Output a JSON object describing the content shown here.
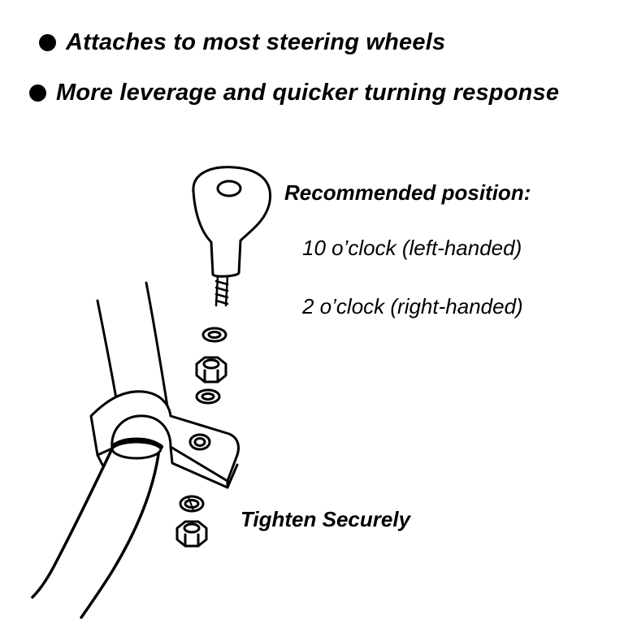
{
  "features": [
    {
      "text": "Attaches to most steering wheels"
    },
    {
      "text": "More leverage and quicker turning response"
    }
  ],
  "diagram": {
    "recommended_title": "Recommended position:",
    "positions": [
      "10 o’clock (left-handed)",
      "2 o’clock (right-handed)"
    ],
    "tighten_caption": "Tighten Securely",
    "icons": {
      "knob": "spinner-knob-icon",
      "screw": "threaded-stud-icon",
      "washer": "washer-icon",
      "nut": "hex-nut-icon",
      "clamp": "clamp-bracket-icon",
      "lock_washer": "lock-washer-icon",
      "wheel": "steering-wheel-rim-icon"
    }
  }
}
